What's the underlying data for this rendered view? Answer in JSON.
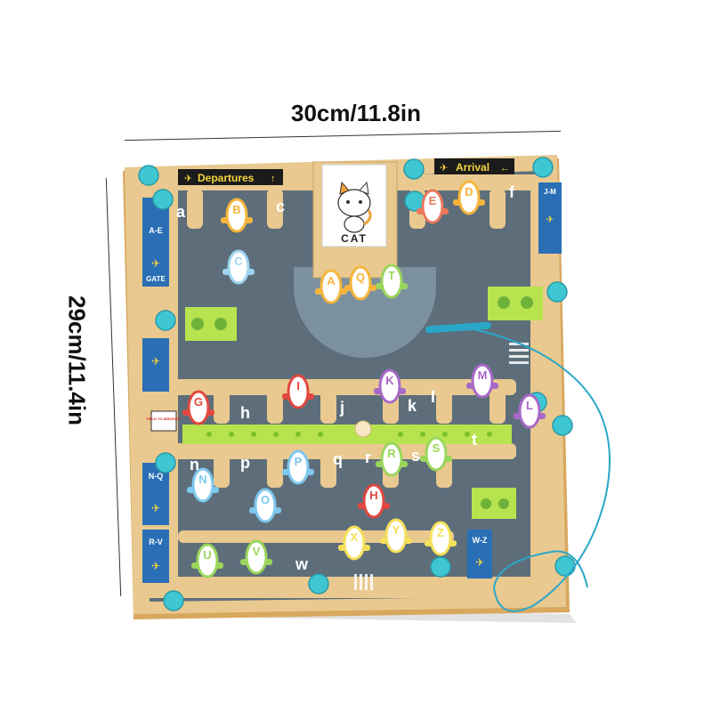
{
  "dimensions": {
    "width": "30cm/11.8in",
    "height": "29cm/11.4in"
  },
  "signs": {
    "departures": "Departures",
    "arrival": "Arrival",
    "gate": "GATE",
    "left_ranges": [
      "A-E",
      "N-Q",
      "R-V"
    ],
    "right_ranges": [
      "J-M",
      "W-Z"
    ],
    "yield": "YIELD TO AIRCRAFT"
  },
  "card": {
    "word": "CAT",
    "picture": "cat-illustration"
  },
  "board_letters": {
    "top_row": [
      "a",
      "c",
      "f"
    ],
    "middle_row": [
      "h",
      "j",
      "k",
      "l"
    ],
    "lower_row": [
      "n",
      "p",
      "q",
      "r",
      "s",
      "t"
    ],
    "bottom_row": [
      "w"
    ]
  },
  "plane_letters": [
    "B",
    "E",
    "D",
    "G",
    "I",
    "K",
    "M",
    "L",
    "C",
    "A",
    "T",
    "N",
    "O",
    "P",
    "R",
    "S",
    "Q",
    "H",
    "U",
    "V",
    "X",
    "Y",
    "Z"
  ],
  "colors": {
    "wood": "#e9c98f",
    "road": "#5d6e7a",
    "lane_green": "#b7e34f",
    "knob": "#3ec6d3",
    "rope": "#2aa7c8"
  }
}
